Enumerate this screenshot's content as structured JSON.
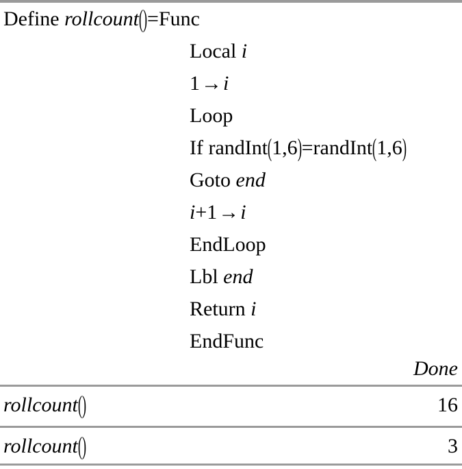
{
  "document": {
    "kind": "calculator-calculation-history",
    "top_rule_color": "#9a9a9a",
    "separator_color": "#9a9a9a",
    "text_color": "#000000",
    "background_color": "#ffffff"
  },
  "program": {
    "define_keyword": "Define",
    "function_name": "rollcount",
    "open_paren": "(",
    "close_paren": ")",
    "equals": "=",
    "func_keyword": "Func",
    "body": [
      {
        "keyword": "Local",
        "operand": "i"
      },
      {
        "number": "1",
        "arrow": "→",
        "operand": "i"
      },
      {
        "keyword": "Loop"
      },
      {
        "keyword": "If",
        "call_name": "randInt",
        "args": "1,6",
        "eq": "=",
        "call_name2": "randInt",
        "args2": "1,6"
      },
      {
        "keyword": "Goto",
        "operand": "end"
      },
      {
        "operand": "i",
        "plus": "+",
        "number": "1",
        "arrow": "→",
        "operand2": "i"
      },
      {
        "keyword": "EndLoop"
      },
      {
        "keyword": "Lbl",
        "operand": "end"
      },
      {
        "keyword": "Return",
        "operand": "i"
      },
      {
        "keyword": "EndFunc"
      }
    ]
  },
  "results": {
    "define_result": "Done",
    "rows": [
      {
        "expression_name": "rollcount",
        "open_paren": "(",
        "close_paren": ")",
        "value": "16"
      },
      {
        "expression_name": "rollcount",
        "open_paren": "(",
        "close_paren": ")",
        "value": "3"
      }
    ]
  }
}
